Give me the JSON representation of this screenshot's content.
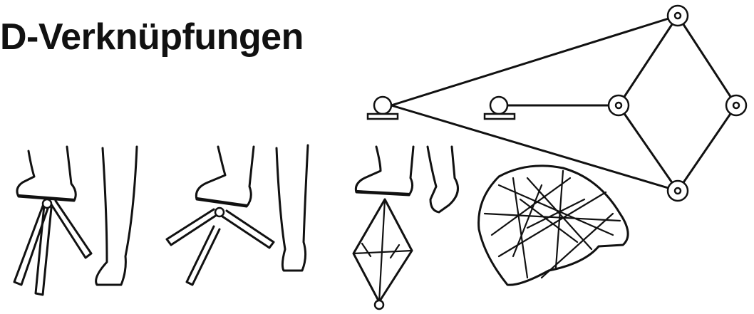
{
  "title": "D-Verknüpfungen",
  "colors": {
    "ink": "#111111",
    "background": "#ffffff"
  },
  "figure": {
    "mechanism": {
      "description_icon": "linkage-diagram",
      "ground_supports": 2,
      "joints": 4
    },
    "illustrations": [
      "foot-on-tripod",
      "foot-on-flat-linkage",
      "foot-on-collapsing-linkage",
      "tensegrity-structure"
    ]
  }
}
